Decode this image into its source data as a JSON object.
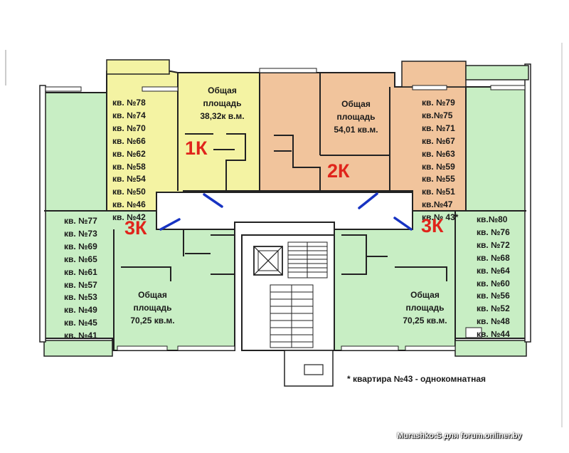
{
  "colors": {
    "green": "#c8eec4",
    "yellow": "#f4f3a3",
    "orange": "#f1c49c",
    "walls": "#222222",
    "label_red": "#e0241b",
    "door_blue": "#1733c2"
  },
  "units": {
    "one_room": {
      "type_label": "1К",
      "area_line1": "Общая",
      "area_line2": "площадь",
      "area_value": "38,32к в.м.",
      "apartments": [
        "кв. №78",
        "кв. №74",
        "кв. №70",
        "кв. №66",
        "кв. №62",
        "кв. №58",
        "кв. №54",
        "кв. №50",
        "кв. №46",
        "кв. №42"
      ]
    },
    "two_room": {
      "type_label": "2К",
      "area_line1": "Общая",
      "area_line2": "площадь",
      "area_value": "54,01 кв.м.",
      "apartments": [
        "кв. №79",
        "кв.№75",
        "кв. №71",
        "кв. №67",
        "кв. №63",
        "кв. №59",
        "кв. №55",
        "кв. №51",
        "кв.№47",
        "кв.№ 43*"
      ]
    },
    "three_room_left": {
      "type_label": "3К",
      "area_line1": "Общая",
      "area_line2": "площадь",
      "area_value": "70,25 кв.м.",
      "apartments": [
        "кв. №77",
        "кв. №73",
        "кв. №69",
        "кв. №65",
        "кв. №61",
        "кв. №57",
        "кв. №53",
        "кв. №49",
        "кв. №45",
        "кв. №41"
      ]
    },
    "three_room_right": {
      "type_label": "3К",
      "area_line1": "Общая",
      "area_line2": "площадь",
      "area_value": "70,25 кв.м.",
      "apartments": [
        "кв.№80",
        "кв. №76",
        "кв. №72",
        "кв. №68",
        "кв. №64",
        "кв. №60",
        "кв. №56",
        "кв. №52",
        "кв. №48",
        "кв. №44"
      ]
    }
  },
  "footnote": "* квартира №43 - однокомнатная",
  "credit": "Murashko:S для forum.onliner.by"
}
